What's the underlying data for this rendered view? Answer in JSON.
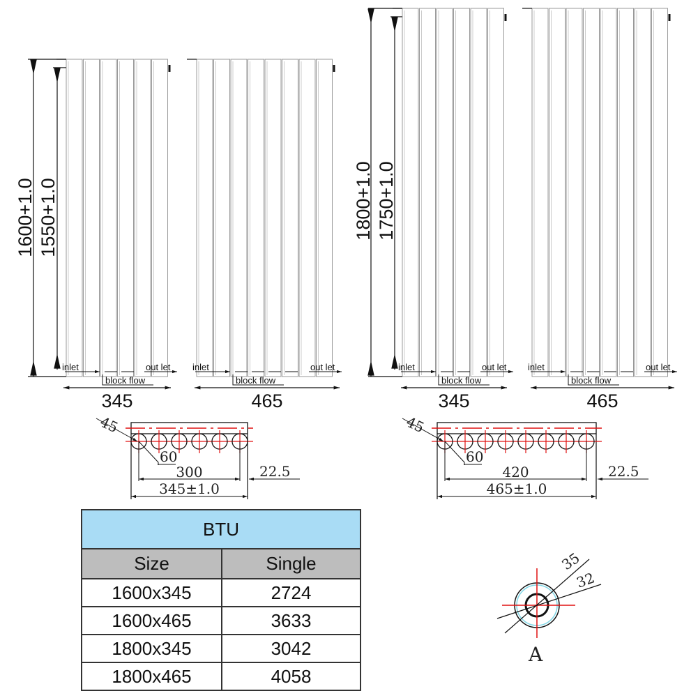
{
  "drawings": {
    "radiator_1600": {
      "height_label": "1600+1.0",
      "inner_label": "1550+1.0"
    },
    "radiator_1800": {
      "height_label": "1800+1.0",
      "inner_label": "1750+1.0"
    },
    "widths": {
      "narrow": "345",
      "wide": "465"
    },
    "flow": {
      "inlet": "inlet",
      "outlet": "out let",
      "block": "block flow"
    },
    "top_view_345": {
      "angle": "45",
      "pitch": "60",
      "centers": "300",
      "offset": "22.5",
      "total": "345±1.0"
    },
    "top_view_465": {
      "angle": "45",
      "pitch": "60",
      "centers": "420",
      "offset": "22.5",
      "total": "465±1.0"
    },
    "detail_a": {
      "outer": "35",
      "inner": "32",
      "label": "A"
    }
  },
  "table": {
    "title": "BTU",
    "headers": [
      "Size",
      "Single"
    ],
    "rows": [
      [
        "1600x345",
        "2724"
      ],
      [
        "1600x465",
        "3633"
      ],
      [
        "1800x345",
        "3042"
      ],
      [
        "1800x465",
        "4058"
      ]
    ]
  },
  "colors": {
    "centerline": "#e01010",
    "pipe_ring": "#7fd6e6",
    "btu_header": "#a9dcf5",
    "table_header": "#bdbdbd"
  }
}
